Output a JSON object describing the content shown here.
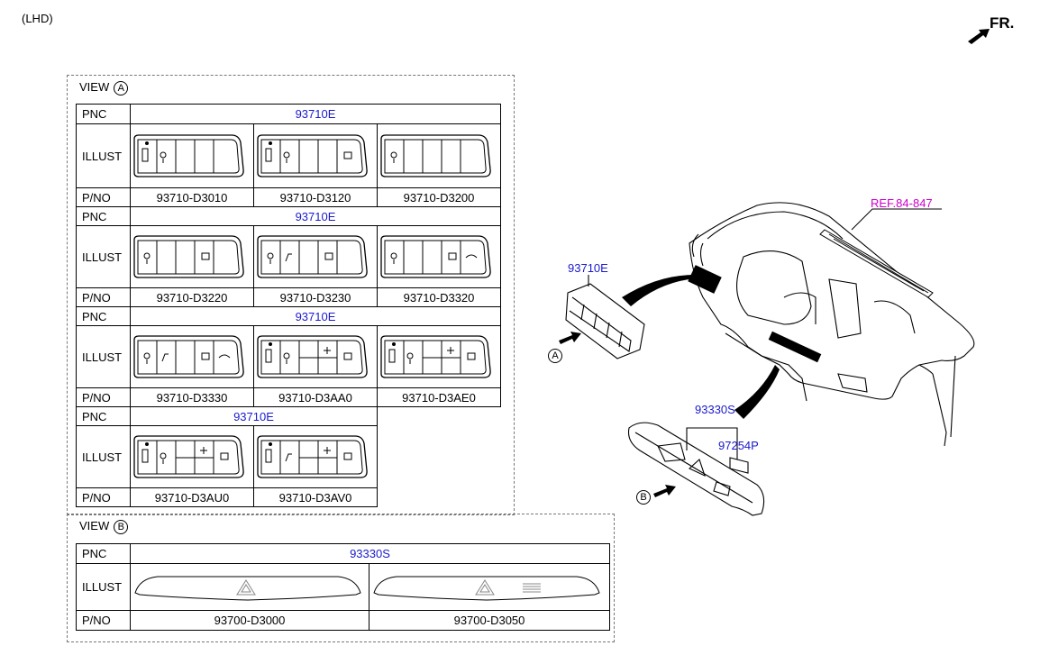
{
  "header": {
    "drive_side": "(LHD)",
    "front_label": "FR."
  },
  "view_a": {
    "title": "VIEW",
    "marker": "A",
    "col_pnc": "PNC",
    "col_illust": "ILLUST",
    "col_pno": "P/NO",
    "groups": [
      {
        "pnc": "93710E",
        "parts": [
          "93710-D3010",
          "93710-D3120",
          "93710-D3200"
        ]
      },
      {
        "pnc": "93710E",
        "parts": [
          "93710-D3220",
          "93710-D3230",
          "93710-D3320"
        ]
      },
      {
        "pnc": "93710E",
        "parts": [
          "93710-D3330",
          "93710-D3AA0",
          "93710-D3AE0"
        ]
      },
      {
        "pnc": "93710E",
        "parts": [
          "93710-D3AU0",
          "93710-D3AV0"
        ]
      }
    ]
  },
  "view_b": {
    "title": "VIEW",
    "marker": "B",
    "col_pnc": "PNC",
    "col_illust": "ILLUST",
    "col_pno": "P/NO",
    "pnc": "93330S",
    "parts": [
      "93700-D3000",
      "93700-D3050"
    ]
  },
  "diagram": {
    "ref_label": "REF.84-847",
    "switch_pnc": "93710E",
    "panel_pnc": "93330S",
    "sub_pnc": "97254P",
    "marker_a": "A",
    "marker_b": "B"
  },
  "colors": {
    "part_number": "#1a1acc",
    "reference": "#cc00cc"
  }
}
